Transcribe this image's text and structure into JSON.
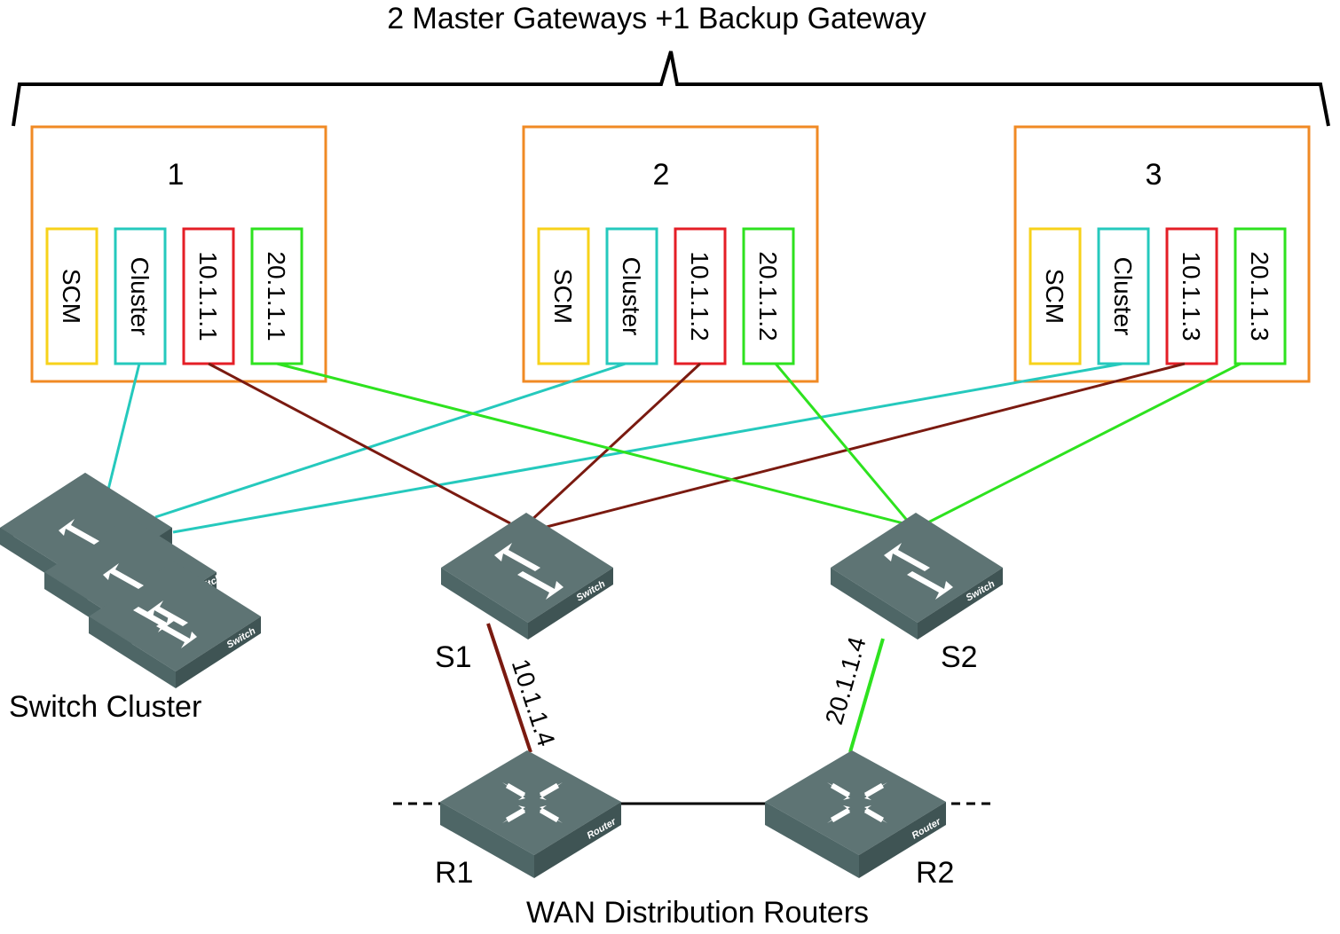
{
  "header": {
    "title": "2 Master Gateways +1 Backup Gateway"
  },
  "colors": {
    "gateway_border": "#f08a24",
    "scm": "#f7d21a",
    "cluster": "#25c9bd",
    "net10": "#e41e26",
    "net20": "#2ee21f",
    "link_net10": "#7a1a10",
    "link_net20": "#2ee21f",
    "link_cluster": "#25c9bd",
    "device_top": "#5e7474",
    "device_side": "#3f5454"
  },
  "gateways": [
    {
      "number": "1",
      "slots": [
        "SCM",
        "Cluster",
        "10.1.1.1",
        "20.1.1.1"
      ]
    },
    {
      "number": "2",
      "slots": [
        "SCM",
        "Cluster",
        "10.1.1.2",
        "20.1.1.2"
      ]
    },
    {
      "number": "3",
      "slots": [
        "SCM",
        "Cluster",
        "10.1.1.3",
        "20.1.1.3"
      ]
    }
  ],
  "switch_cluster": {
    "label": "Switch Cluster",
    "device_text": "Switch",
    "icon": "switch-icon"
  },
  "switches": [
    {
      "label": "S1",
      "device_text": "Switch",
      "icon": "switch-icon"
    },
    {
      "label": "S2",
      "device_text": "Switch",
      "icon": "switch-icon"
    }
  ],
  "routers": [
    {
      "label": "R1",
      "device_text": "Router",
      "icon": "router-icon"
    },
    {
      "label": "R2",
      "device_text": "Router",
      "icon": "router-icon"
    }
  ],
  "uplinks": {
    "s1_r1": "10.1.1.4",
    "s2_r2": "20.1.1.4"
  },
  "footer": {
    "caption": "WAN Distribution Routers"
  }
}
